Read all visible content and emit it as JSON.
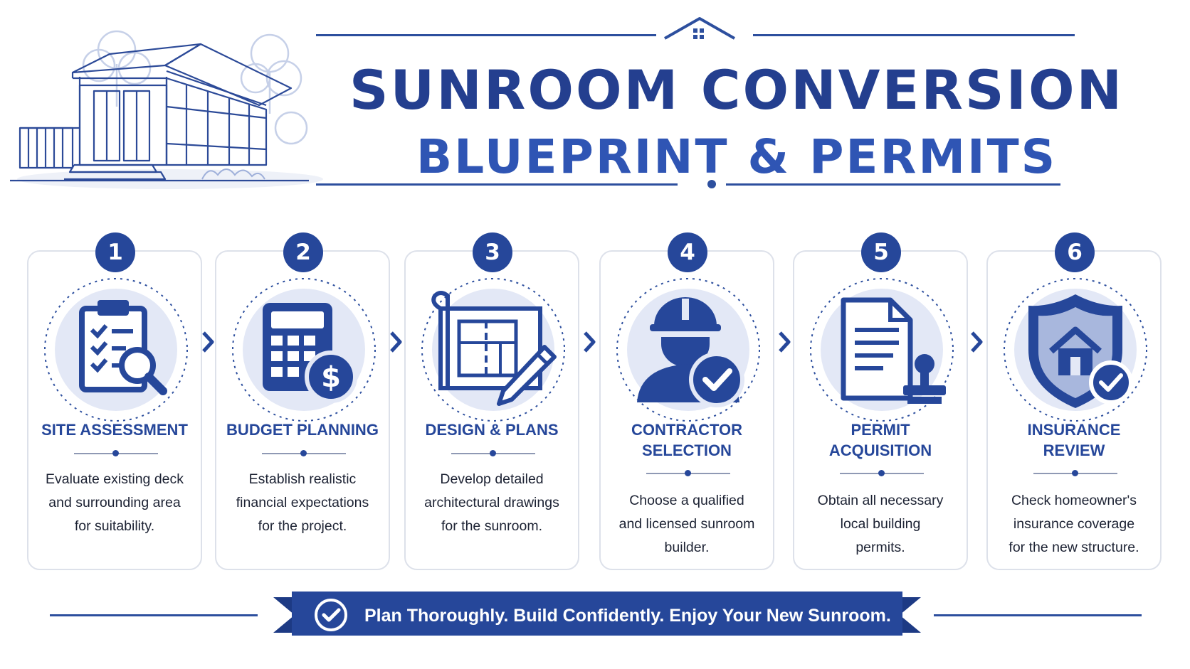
{
  "header": {
    "title_line1": "SUNROOM CONVERSION",
    "title_line2": "BLUEPRINT & PERMITS"
  },
  "steps": [
    {
      "number": "1",
      "title": "SITE ASSESSMENT",
      "description": "Evaluate existing deck\nand surrounding area\nfor suitability.",
      "icon": "clipboard-magnifier-icon"
    },
    {
      "number": "2",
      "title": "BUDGET PLANNING",
      "description": "Establish realistic\nfinancial expectations\nfor the project.",
      "icon": "calculator-dollar-icon"
    },
    {
      "number": "3",
      "title": "DESIGN & PLANS",
      "description": "Develop detailed\narchitectural drawings\nfor the sunroom.",
      "icon": "blueprint-pencil-icon"
    },
    {
      "number": "4",
      "title": "CONTRACTOR\nSELECTION",
      "description": "Choose a qualified\nand licensed sunroom\nbuilder.",
      "icon": "contractor-check-icon"
    },
    {
      "number": "5",
      "title": "PERMIT\nACQUISITION",
      "description": "Obtain all necessary\nlocal building\npermits.",
      "icon": "document-stamp-icon"
    },
    {
      "number": "6",
      "title": "INSURANCE\nREVIEW",
      "description": "Check homeowner's\ninsurance coverage\nfor the new structure.",
      "icon": "shield-house-icon"
    }
  ],
  "footer": {
    "banner_text": "Plan Thoroughly. Build Confidently. Enjoy Your New Sunroom.",
    "banner_icon": "check-circle-icon"
  },
  "colors": {
    "primary": "#26479a",
    "title": "#243f8f",
    "subtitle": "#2f55b4",
    "icon_background": "#e3e8f6",
    "card_border": "#dde1ea"
  }
}
